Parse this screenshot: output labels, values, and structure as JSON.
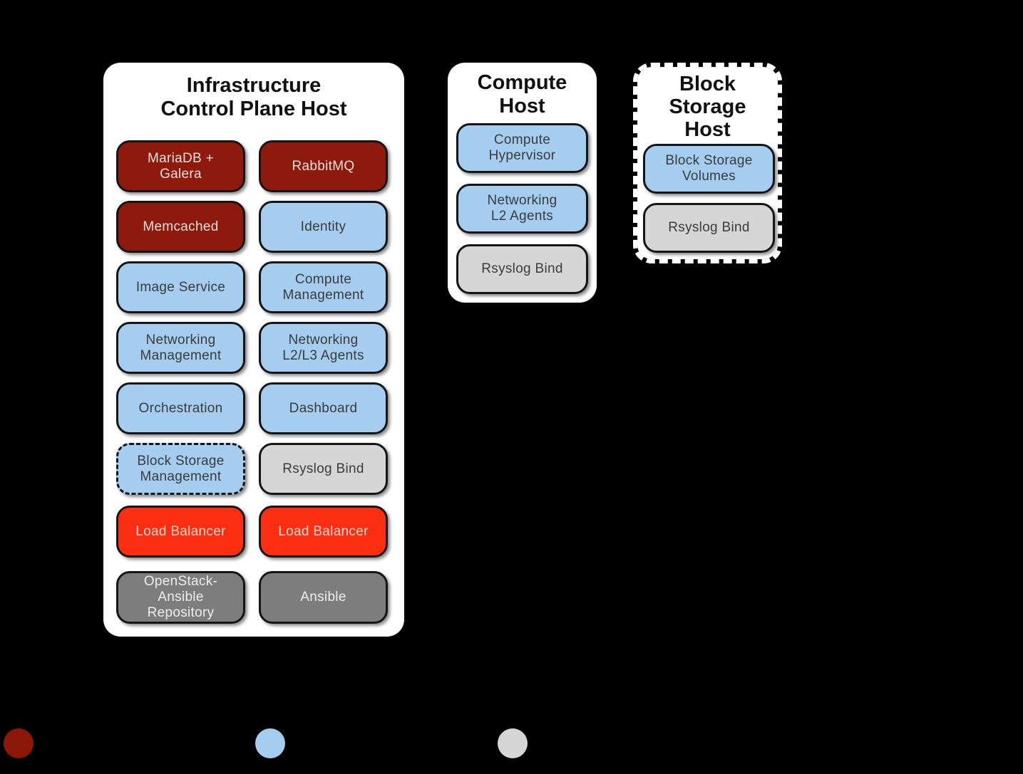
{
  "canvas": {
    "background": "#000000"
  },
  "palette": {
    "dark_red": "#8E1A0E",
    "light_blue": "#A4CDEF",
    "bright_red": "#FB2E11",
    "light_gray": "#D6D6D6",
    "dark_gray": "#7D7D7D",
    "panel_background": "#FFFFFF",
    "box_border": "#151515"
  },
  "panels": [
    {
      "title": "Infrastructure\nControl Plane Host",
      "boxes": [
        {
          "label": "MariaDB +\nGalera",
          "type": "dark-red"
        },
        {
          "label": "RabbitMQ",
          "type": "dark-red"
        },
        {
          "label": "Memcached",
          "type": "dark-red"
        },
        {
          "label": "Identity",
          "type": "blue"
        },
        {
          "label": "Image Service",
          "type": "blue"
        },
        {
          "label": "Compute\nManagement",
          "type": "blue"
        },
        {
          "label": "Networking\nManagement",
          "type": "blue"
        },
        {
          "label": "Networking\nL2/L3 Agents",
          "type": "blue"
        },
        {
          "label": "Orchestration",
          "type": "blue"
        },
        {
          "label": "Dashboard",
          "type": "blue"
        },
        {
          "label": "Block Storage\nManagement",
          "type": "blue",
          "dashed": true
        },
        {
          "label": "Rsyslog Bind",
          "type": "light-gray"
        },
        {
          "label": "Load Balancer",
          "type": "bright-red"
        },
        {
          "label": "Load Balancer",
          "type": "bright-red"
        },
        {
          "label": "OpenStack-\nAnsible\nRepository",
          "type": "dark-gray"
        },
        {
          "label": "Ansible",
          "type": "dark-gray"
        }
      ]
    },
    {
      "title": "Compute\nHost",
      "boxes": [
        {
          "label": "Compute\nHypervisor",
          "type": "blue"
        },
        {
          "label": "Networking\nL2 Agents",
          "type": "blue"
        },
        {
          "label": "Rsyslog Bind",
          "type": "light-gray"
        }
      ]
    },
    {
      "title": "Block\nStorage\nHost",
      "dashed": true,
      "boxes": [
        {
          "label": "Block Storage\nVolumes",
          "type": "blue"
        },
        {
          "label": "Rsyslog Bind",
          "type": "light-gray"
        }
      ]
    }
  ],
  "legend": [
    {
      "color": "#8B1708"
    },
    {
      "color": "#A4CDEF"
    },
    {
      "color": "#D6D6D6"
    }
  ]
}
